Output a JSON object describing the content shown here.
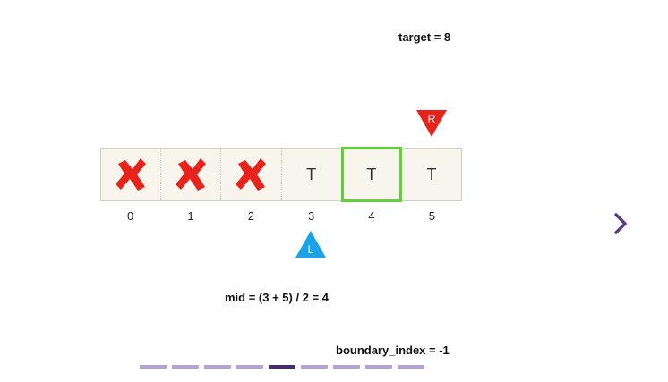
{
  "target_text": "target = 8",
  "mid_text": "mid = (3 + 5) / 2 = 4",
  "boundary_text": "boundary_index = -1",
  "array": {
    "cells": [
      {
        "index": "0",
        "value": "",
        "state": "eliminated"
      },
      {
        "index": "1",
        "value": "",
        "state": "eliminated"
      },
      {
        "index": "2",
        "value": "",
        "state": "eliminated"
      },
      {
        "index": "3",
        "value": "T",
        "state": "normal"
      },
      {
        "index": "4",
        "value": "T",
        "state": "mid"
      },
      {
        "index": "5",
        "value": "T",
        "state": "normal"
      }
    ]
  },
  "pointers": {
    "right": {
      "label": "R",
      "at_index": 5,
      "color": "#e8231b"
    },
    "left": {
      "label": "L",
      "at_index": 3,
      "color": "#1aa3e8"
    }
  },
  "colors": {
    "cross": "#e8231b",
    "mid_highlight": "#5fcf3c",
    "cell_background": "#f7f5ec",
    "nav_arrow": "#5b3c86",
    "progress_inactive": "#b7a3cf",
    "progress_active": "#4b2c6f"
  },
  "navigation": {
    "next_icon": "chevron-right-icon",
    "steps_total": 9,
    "current_step": 5
  }
}
